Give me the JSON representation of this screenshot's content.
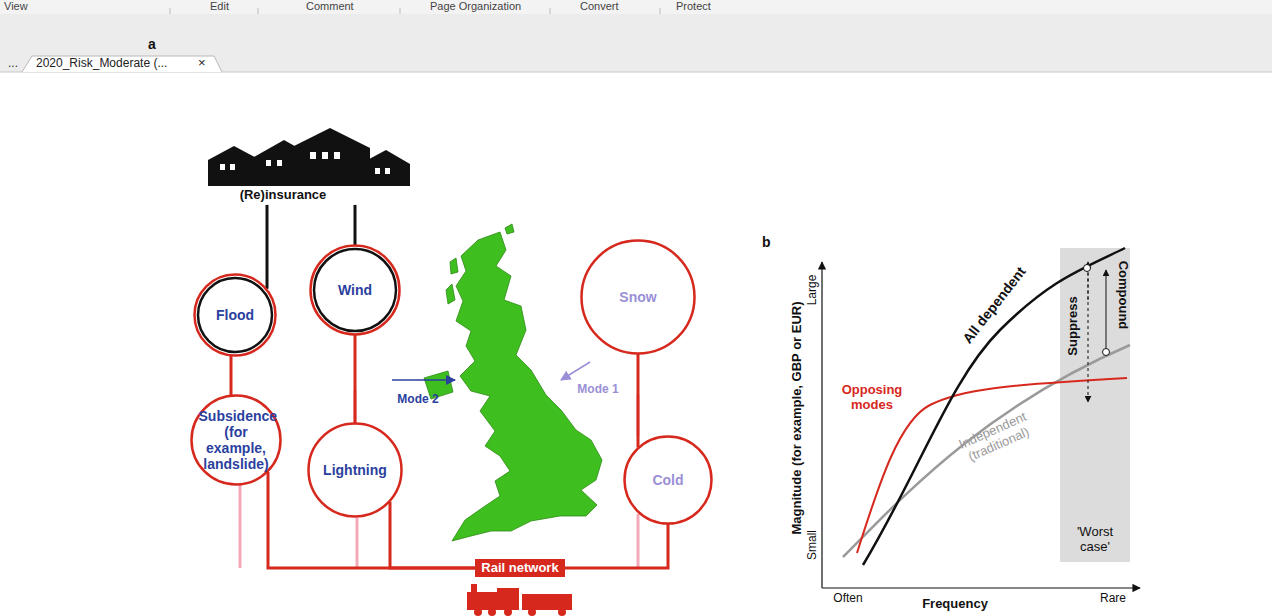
{
  "diagram": {
    "nodes": [
      {
        "text": [
          "(Re)insurance"
        ]
      },
      {
        "text": [
          "Flood"
        ]
      },
      {
        "text": [
          "Wind"
        ]
      },
      {
        "text": [
          "Snow"
        ]
      },
      {
        "text": [
          "Subsidence (for example, landslide)"
        ]
      },
      {
        "text": [
          "Lightning"
        ]
      },
      {
        "text": [
          "Cold"
        ]
      },
      {
        "text": [
          "Rail network"
        ]
      }
    ],
    "edges": [
      {
        "from": 0,
        "to": 1,
        "arrow": "none"
      },
      {
        "from": 0,
        "to": 2,
        "arrow": "none"
      },
      {
        "from": 1,
        "to": 4,
        "arrow": "none"
      },
      {
        "from": 2,
        "to": 5,
        "arrow": "none"
      },
      {
        "from": 3,
        "to": 6,
        "arrow": "none"
      },
      {
        "from": 4,
        "to": 7,
        "arrow": "none"
      },
      {
        "from": 5,
        "to": 7,
        "arrow": "none"
      },
      {
        "from": 6,
        "to": 7,
        "arrow": "none"
      }
    ],
    "labels": [
      "View",
      "Edit",
      "Comment",
      "Page Organization",
      "Convert",
      "Protect",
      "...",
      "2020_Risk_Moderate (...",
      "×",
      "a",
      "Mode 2",
      "Mode 1",
      "b",
      "Magnitude (for example, GBP or EUR)",
      "Large",
      "Small",
      "Often",
      "Rare",
      "Frequency",
      "All dependent",
      "Opposing modes",
      "Independent (traditional)",
      "Suppress",
      "Compound",
      "'Worst case'"
    ]
  }
}
